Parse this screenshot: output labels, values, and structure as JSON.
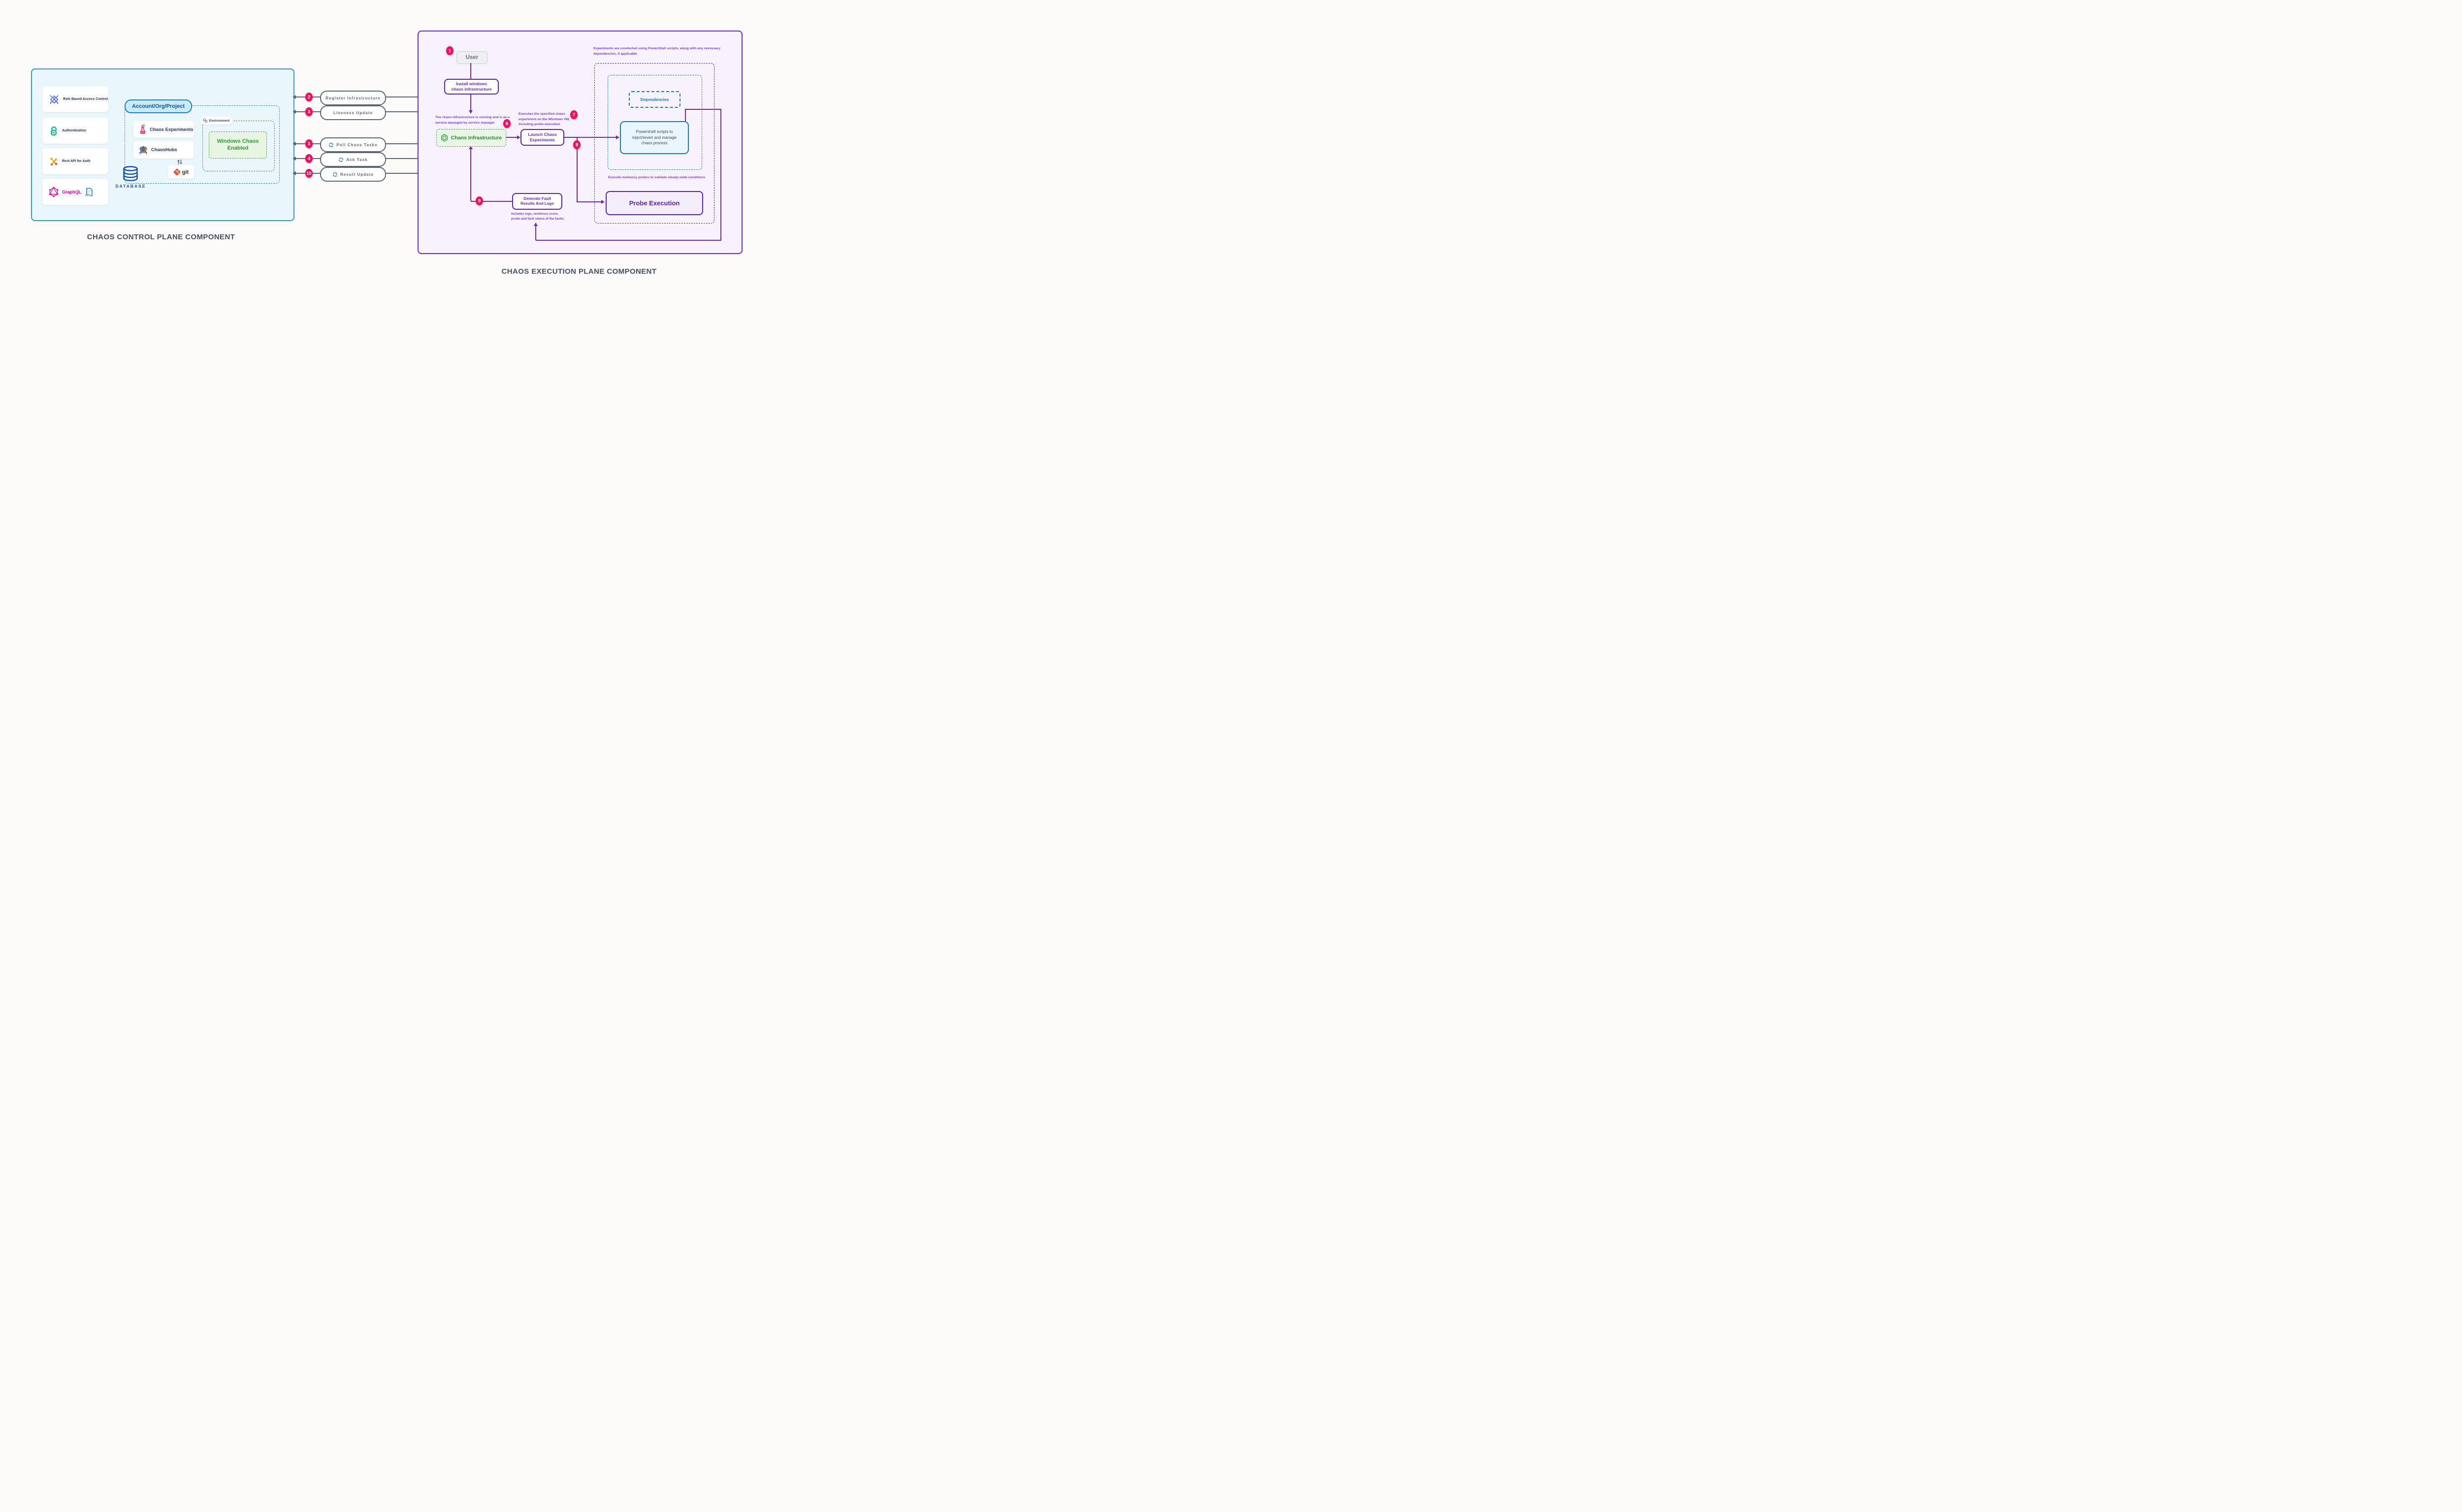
{
  "titles": {
    "control_plane": "CHAOS CONTROL PLANE COMPONENT",
    "execution_plane": "CHAOS EXECUTION PLANE COMPONENT"
  },
  "control_plane": {
    "cards": [
      {
        "label": "Role Based Access Control",
        "icon": "rbac-icon"
      },
      {
        "label": "Authentication",
        "icon": "open-lock-icon"
      },
      {
        "label": "Rest API for Auth",
        "icon": "api-branch-icon"
      },
      {
        "label": "GraphQL",
        "icon": "graphql-icon",
        "api_tag": "API"
      }
    ],
    "account_pill": "Account/Org/Project",
    "chaos_experiments": "Chaos Experiments",
    "chaos_hubs": "ChaosHubs",
    "git_label": "git",
    "environment_label": "Environment",
    "windows_chaos_enabled": "Windows Chaos Enabled",
    "database_label": "DATABASE"
  },
  "connectors": [
    {
      "step": "2",
      "label": "Register Infrastructure"
    },
    {
      "step": "3",
      "label": "Liveness Update"
    },
    {
      "step": "3",
      "label": "Poll Chaos Tasks"
    },
    {
      "step": "4",
      "label": "Ack Task"
    },
    {
      "step": "10",
      "label": "Result Update"
    }
  ],
  "execution_plane": {
    "steps": {
      "user": "1",
      "infra": "6",
      "launch": "7",
      "scripts": "8",
      "results": "9"
    },
    "user_label": "User",
    "install_label": "Install windows chaos infrastructure",
    "chaos_infrastructure": "Chaos Infrastructure",
    "launch_label": "Launch Chaos Experiments",
    "dependencies_label": "Dependencies",
    "powershell_label": "Powershell scripts to inject/revert and manage chaos process",
    "probe_label": "Probe Execution",
    "generate_label": "Generate Fault Results And Logs",
    "annotations": {
      "infra_service": "The chaos infrastructure is running and is as a service managed by service manager",
      "executes_experiment": "Executes the specified chaos experiment on the Windows VM, including probe execution",
      "powershell_scripts": "Experiments are conducted using PowerShell scripts, along with any necessary dependencies, if applicable",
      "resiliency_probes": "Execute resiliency probes to validate steady-state conditions",
      "includes_logs": "Includes logs, resilience score, probe and fault status of the faults."
    }
  },
  "colors": {
    "badge": "#ED125F",
    "purple": "#6D28CC",
    "green": "#2E9E33",
    "blue": "#1779C4",
    "navy": "#25335C",
    "connector_gray": "#5B6478",
    "control_bg": "#E9F7FC",
    "exec_bg": "#F7F2FB"
  }
}
